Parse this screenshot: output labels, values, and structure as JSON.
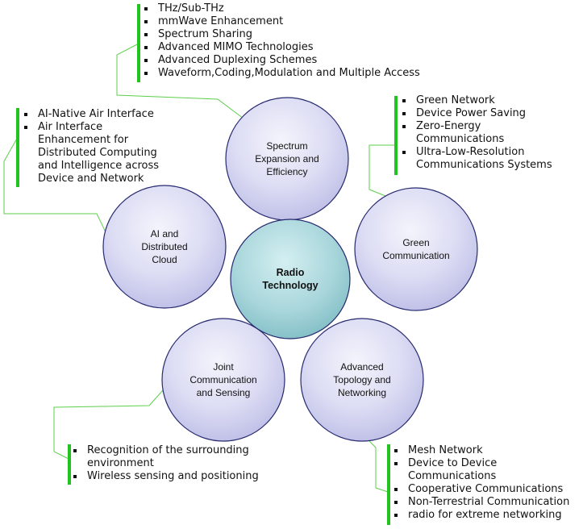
{
  "center": {
    "label": "Radio\nTechnology"
  },
  "topics": [
    {
      "id": "spectrum",
      "label": "Spectrum\nExpansion and\nEfficiency",
      "items": [
        "THz/Sub-THz",
        "mmWave Enhancement",
        "Spectrum Sharing",
        "Advanced MIMO Technologies",
        "Advanced Duplexing Schemes",
        "Waveform,Coding,Modulation and Multiple Access"
      ]
    },
    {
      "id": "green",
      "label": "Green\nCommunication",
      "items": [
        "Green Network",
        "Device Power Saving",
        "Zero-Energy\nCommunications",
        "Ultra-Low-Resolution\nCommunications Systems"
      ]
    },
    {
      "id": "ai",
      "label": "AI and\nDistributed\nCloud",
      "items": [
        "AI-Native Air Interface",
        "Air Interface\nEnhancement for\nDistributed Computing\nand Intelligence across\nDevice and Network"
      ]
    },
    {
      "id": "jcs",
      "label": "Joint\nCommunication\nand Sensing",
      "items": [
        "Recognition of the surrounding\nenvironment",
        "Wireless sensing and positioning"
      ]
    },
    {
      "id": "topology",
      "label": "Advanced\nTopology and\nNetworking",
      "items": [
        "Mesh Network",
        "Device to Device\nCommunications",
        "Cooperative Communications",
        "Non-Terrestrial Communication",
        "radio for extreme networking"
      ]
    }
  ],
  "colors": {
    "bubble_fill": "#d6d6f2",
    "bubble_stroke": "#262a6e",
    "center_fill": "#aad7dc",
    "accent_bar": "#22c21f",
    "connector": "#5ccf4a"
  }
}
